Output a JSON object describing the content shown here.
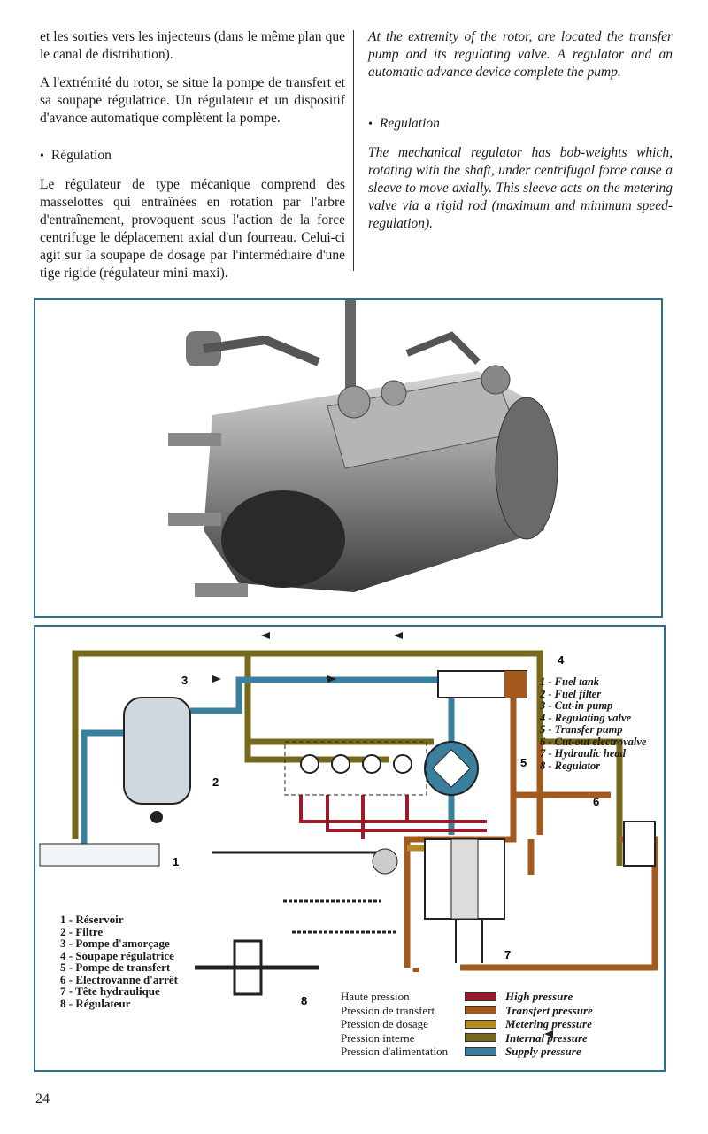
{
  "left_column": {
    "p1": "et les sorties vers les injecteurs (dans le même plan que le canal de distribution).",
    "p2": "A l'extrémité du rotor, se situe la pompe de transfert et sa soupape régulatrice. Un régulateur et un dispositif d'avance automatique complètent la pompe.",
    "heading": "Régulation",
    "p3": "Le régulateur de type mécanique comprend des masselottes qui entraînées en rotation par l'arbre d'entraînement, provoquent sous l'action de la force centrifuge le déplacement axial d'un fourreau. Celui-ci agit sur la soupape de dosage par l'intermédiaire d'une tige rigide (régulateur mini-maxi)."
  },
  "right_column": {
    "p1": "At the extremity of the rotor, are located the transfer pump and its regulating valve. A regulator and an automatic advance device complete the pump.",
    "heading": "Regulation",
    "p2": "The mechanical regulator has bob-weights which, rotating with the shaft, under centrifugal force cause a sleeve to move axially. This sleeve acts on the metering valve via a rigid rod (maximum and minimum speed-regulation)."
  },
  "bullet": "•",
  "diagram": {
    "callouts": [
      "1",
      "2",
      "3",
      "4",
      "5",
      "6",
      "7",
      "8"
    ],
    "legend_en": [
      "1 - Fuel tank",
      "2 - Fuel filter",
      "3 - Cut-in pump",
      "4 - Regulating valve",
      "5 - Transfer pump",
      "6 - Cut-out electrovalve",
      "7 - Hydraulic head",
      "8 - Regulator"
    ],
    "legend_fr": [
      "1 - Réservoir",
      "2 - Filtre",
      "3 - Pompe d'amorçage",
      "4 - Soupape régulatrice",
      "5 - Pompe de transfert",
      "6 - Electrovanne d'arrêt",
      "7 - Tête hydraulique",
      "8 - Régulateur"
    ],
    "pressures": [
      {
        "fr": "Haute pression",
        "en": "High pressure",
        "color": "#9a1b2b"
      },
      {
        "fr": "Pression de transfert",
        "en": "Transfert pressure",
        "color": "#a45a1c"
      },
      {
        "fr": "Pression de dosage",
        "en": "Metering pressure",
        "color": "#b58b22"
      },
      {
        "fr": "Pression interne",
        "en": "Internal pressure",
        "color": "#76691c"
      },
      {
        "fr": "Pression d'alimentation",
        "en": "Supply pressure",
        "color": "#3b7f9e"
      }
    ]
  },
  "page_number": "24"
}
